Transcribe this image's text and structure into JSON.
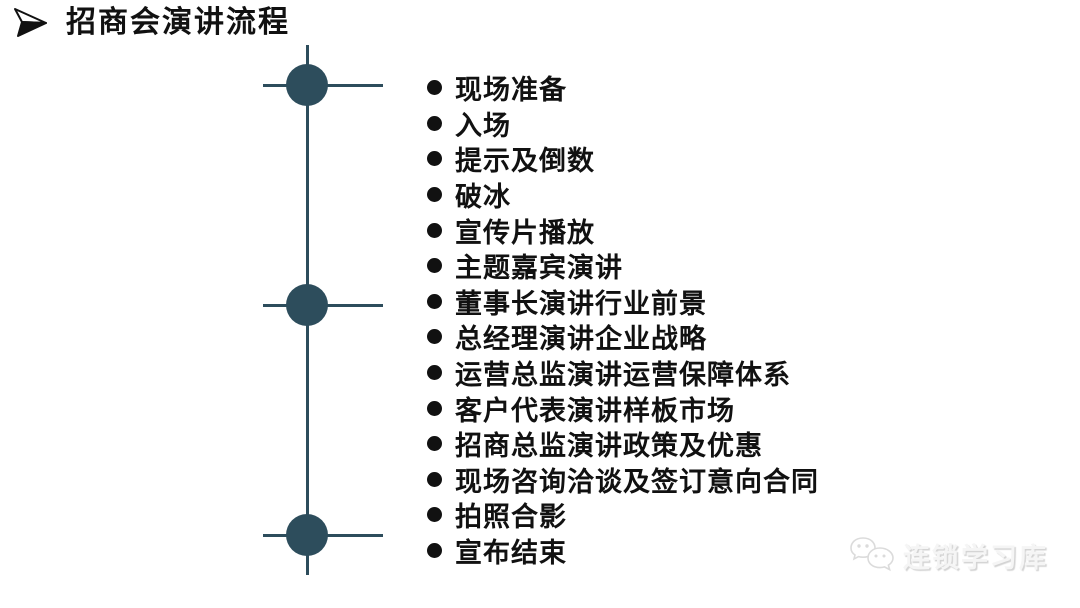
{
  "title": {
    "text": "招商会演讲流程",
    "bullet_icon": "arrowhead-bullet-icon"
  },
  "colors": {
    "background": "#ffffff",
    "text": "#111111",
    "timeline": "#2d4d5c",
    "watermark": "#e9e9e9"
  },
  "timeline": {
    "node_count": 3,
    "style": "vertical line with three filled circle nodes, each crossed by a horizontal tick line"
  },
  "agenda": {
    "items": [
      "现场准备",
      "入场",
      "提示及倒数",
      "破冰",
      "宣传片播放",
      "主题嘉宾演讲",
      "董事长演讲行业前景",
      "总经理演讲企业战略",
      "运营总监演讲运营保障体系",
      "客户代表演讲样板市场",
      "招商总监演讲政策及优惠",
      "现场咨询洽谈及签订意向合同",
      "拍照合影",
      "宣布结束"
    ]
  },
  "watermark": {
    "icon": "wechat-bubbles-icon",
    "text": "连锁学习库"
  }
}
